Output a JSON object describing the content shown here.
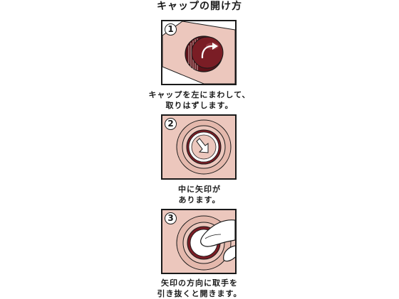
{
  "title": "キャップの開け方",
  "colors": {
    "skin": "#ecc7bd",
    "cap": "#7a1d25",
    "outline": "#1a1a1a"
  },
  "steps": [
    {
      "number": "1",
      "caption_line1": "キャップを左にまわして、",
      "caption_line2": "取りはずします。"
    },
    {
      "number": "2",
      "caption_line1": "中に矢印が",
      "caption_line2": "あります。"
    },
    {
      "number": "3",
      "caption_line1": "矢印の方向に取手を",
      "caption_line2": "引き抜くと開きます。"
    }
  ]
}
